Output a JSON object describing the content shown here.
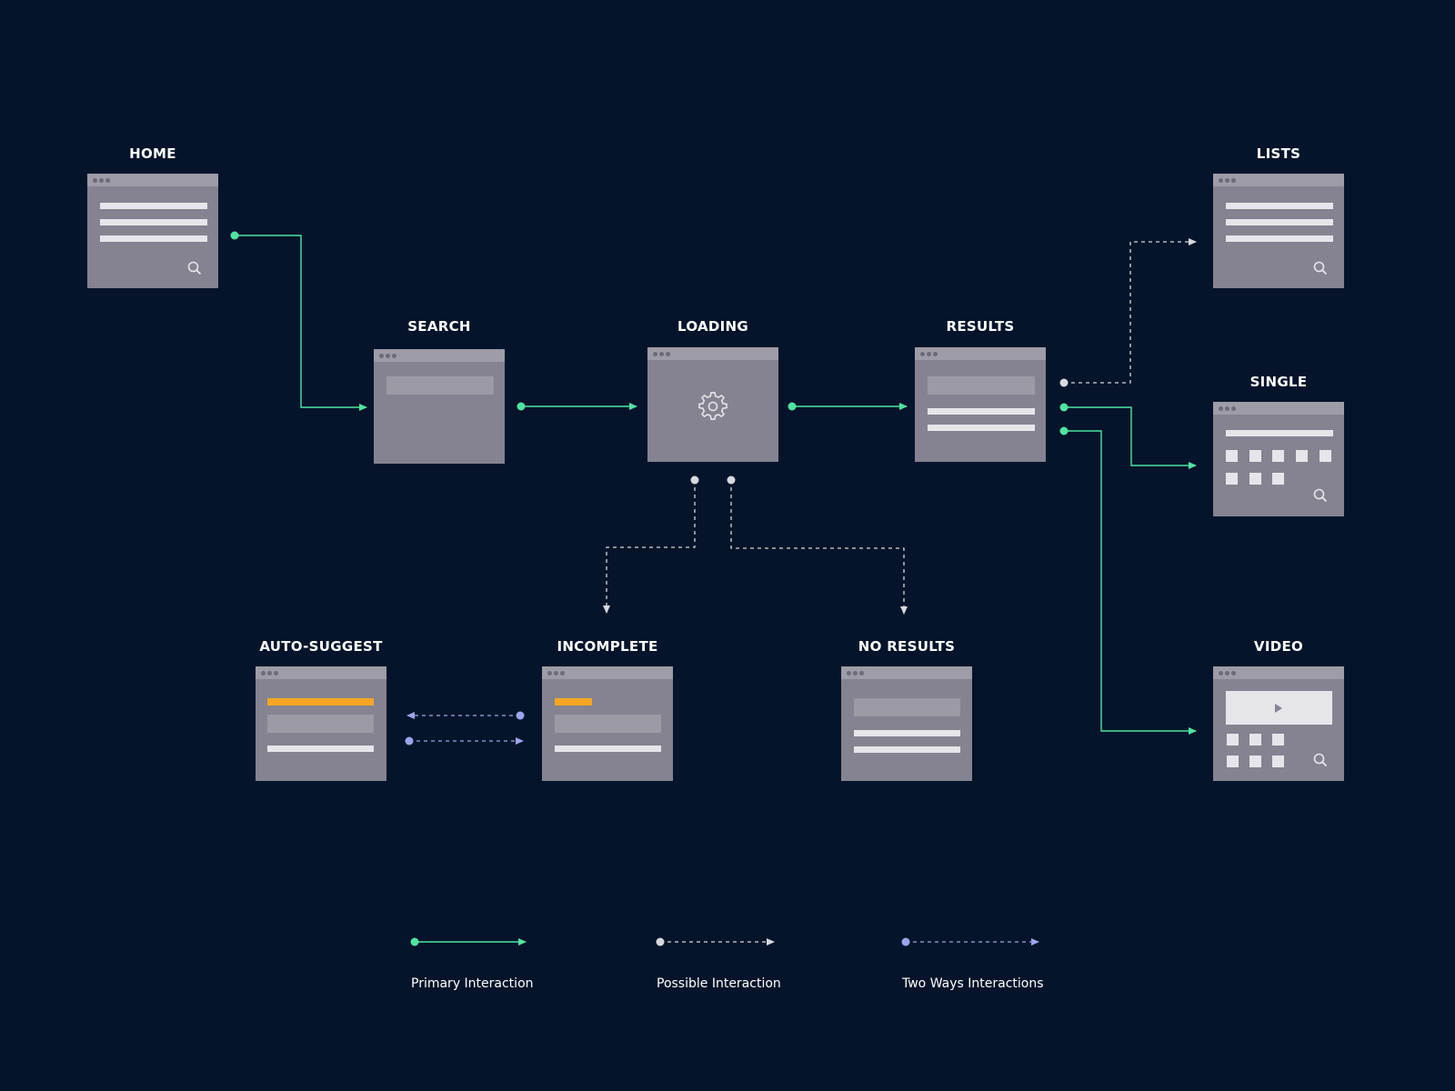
{
  "screens": {
    "home": "HOME",
    "search": "SEARCH",
    "loading": "LOADING",
    "results": "RESULTS",
    "lists": "LISTS",
    "single": "SINGLE",
    "video": "VIDEO",
    "auto_suggest": "AUTO-SUGGEST",
    "incomplete": "INCOMPLETE",
    "no_results": "NO RESULTS"
  },
  "legend": {
    "primary": "Primary Interaction",
    "possible": "Possible Interaction",
    "two_way": "Two Ways Interactions"
  },
  "colors": {
    "background": "#05142a",
    "screen": "#858391",
    "primary": "#4fe3a1",
    "possible": "#d8d8de",
    "two_way": "#9ea4ec",
    "highlight": "#f5a623"
  },
  "icons": {
    "search": "magnifier-icon",
    "loading": "gear-icon",
    "video": "play-icon"
  }
}
